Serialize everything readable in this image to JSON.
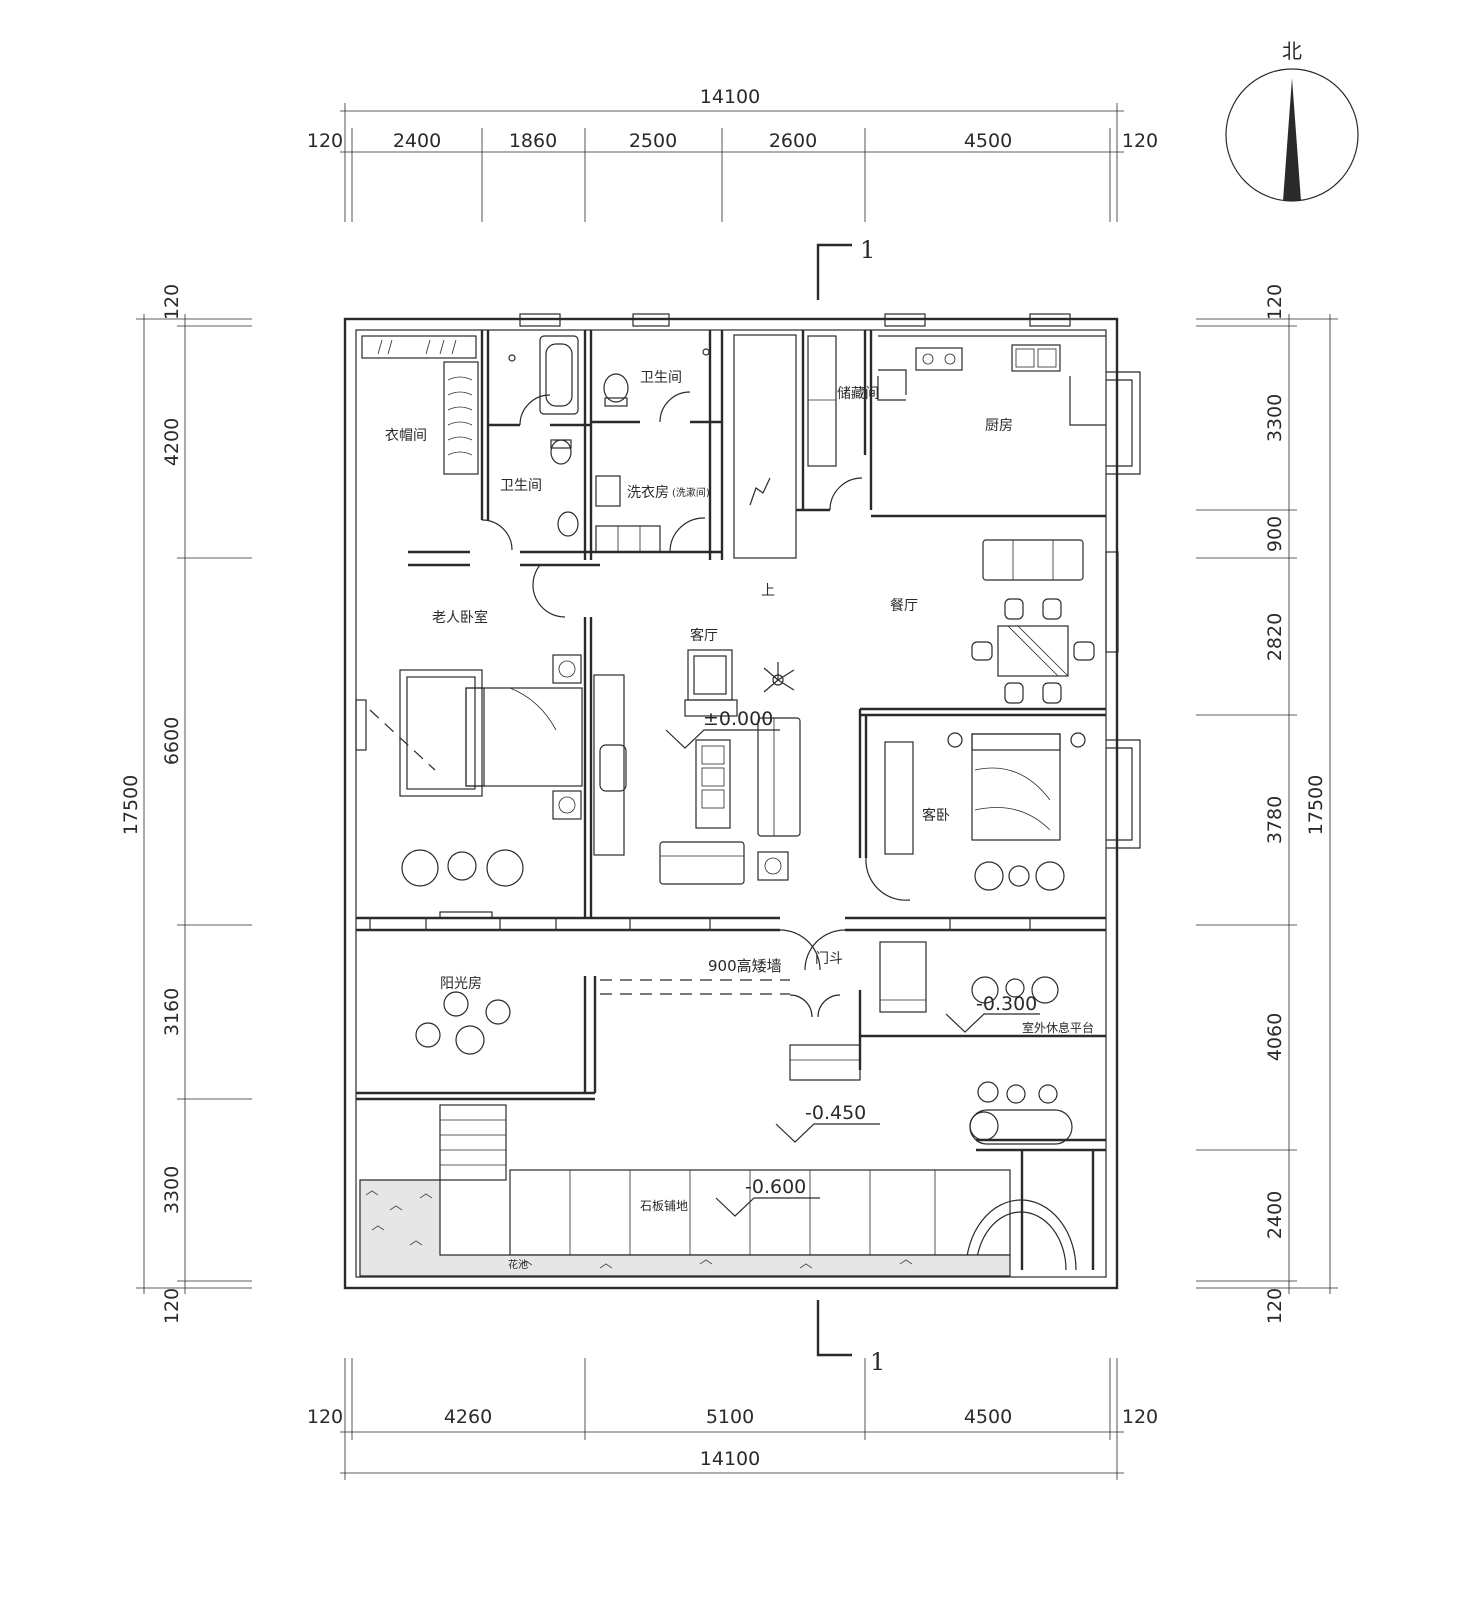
{
  "compass": {
    "north_label": "北"
  },
  "dimensions": {
    "top_total": "14100",
    "top_segments": [
      "120",
      "2400",
      "1860",
      "2500",
      "2600",
      "4500",
      "120"
    ],
    "bottom_total": "14100",
    "bottom_segments": [
      "120",
      "4260",
      "5100",
      "4500",
      "120"
    ],
    "left_total": "17500",
    "left_segments": [
      "120",
      "4200",
      "6600",
      "3160",
      "3300",
      "120"
    ],
    "right_total": "17500",
    "right_segments": [
      "120",
      "3300",
      "900",
      "2820",
      "3780",
      "4060",
      "2400",
      "120"
    ]
  },
  "section_marks": {
    "top": "1",
    "bottom": "1"
  },
  "rooms": {
    "closet": "衣帽间",
    "bath_upper": "卫生间",
    "bath_lower": "卫生间",
    "laundry": "洗衣房",
    "laundry_note": "(洗漱间)",
    "storage": "储藏间",
    "kitchen": "厨房",
    "stair_up": "上",
    "dining": "餐厅",
    "elder_bedroom": "老人卧室",
    "living": "客厅",
    "guest_bedroom": "客卧",
    "sunroom": "阳光房",
    "vestibule": "门斗",
    "low_wall": "900高矮墙",
    "terrace": "室外休息平台",
    "stone_paving": "石板铺地",
    "planter": "花池"
  },
  "levels": {
    "living": "±0.000",
    "terrace": "-0.300",
    "yard": "-0.450",
    "paving": "-0.600"
  }
}
